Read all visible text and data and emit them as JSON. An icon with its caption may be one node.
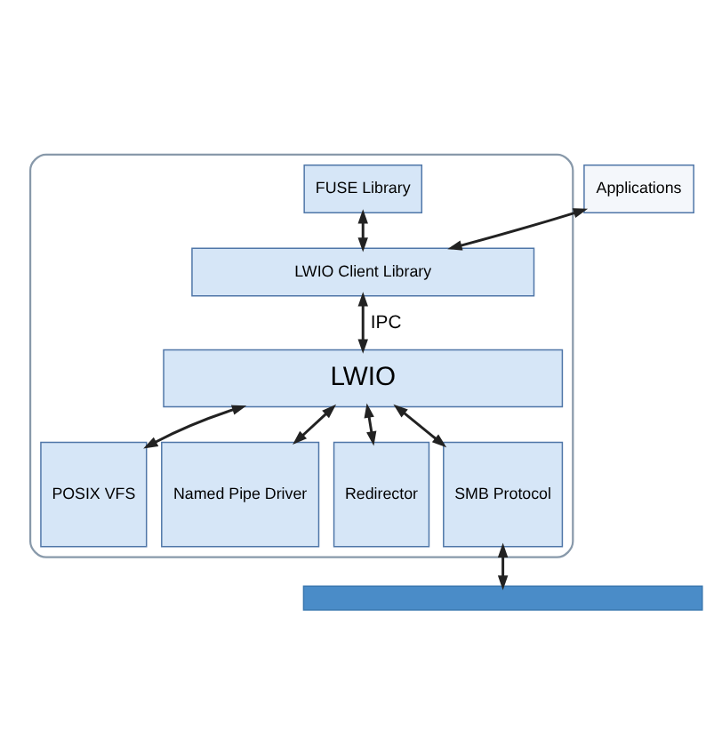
{
  "diagram": {
    "nodes": [
      {
        "text": [],
        "shape": "box"
      },
      {
        "text": [
          "Applications"
        ]
      },
      {
        "text": [
          "FUSE Library"
        ],
        "in": 0
      },
      {
        "text": [
          "LWIO Client Library"
        ],
        "in": 0
      },
      {
        "text": [
          "LWIO"
        ],
        "in": 0
      },
      {
        "text": [
          "POSIX VFS"
        ],
        "in": 0
      },
      {
        "text": [
          "Named Pipe Driver"
        ],
        "in": 0
      },
      {
        "text": [
          "Redirector"
        ],
        "in": 0
      },
      {
        "text": [
          "SMB Protocol"
        ],
        "in": 0
      },
      {
        "text": [],
        "shape": "bar"
      }
    ],
    "edges": [
      {
        "from": 2,
        "to": 3,
        "arrow": "both"
      },
      {
        "from": 1,
        "to": 3,
        "arrow": "both"
      },
      {
        "from": 3,
        "to": 4,
        "arrow": "both",
        "label": "IPC"
      },
      {
        "from": 4,
        "to": 5,
        "arrow": "both"
      },
      {
        "from": 4,
        "to": 6,
        "arrow": "both"
      },
      {
        "from": 4,
        "to": 7,
        "arrow": "both"
      },
      {
        "from": 4,
        "to": 8,
        "arrow": "both"
      },
      {
        "from": 8,
        "to": 9,
        "arrow": "both"
      }
    ]
  }
}
